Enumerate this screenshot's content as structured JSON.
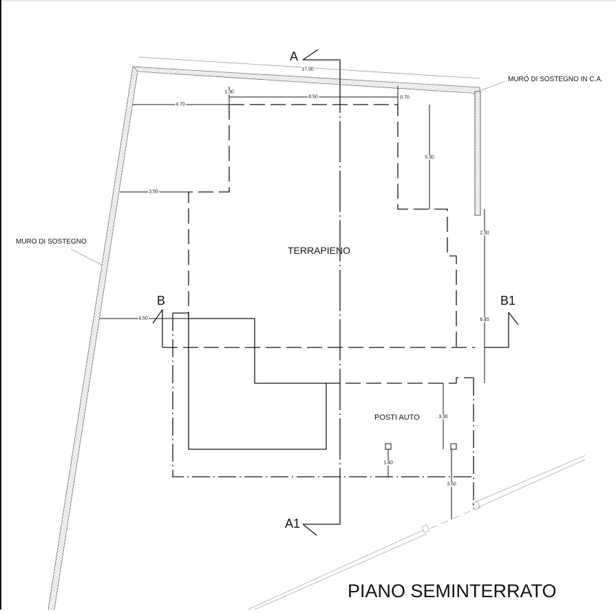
{
  "drawing": {
    "title": "PIANO SEMINTERRATO",
    "type": "floor-plan",
    "rooms": {
      "terrapieno": "TERRAPIENO",
      "posti_auto": "POSTI AUTO"
    },
    "notes": {
      "muro_sostegno_ca": "MURO DI SOSTEGNO IN C.A.",
      "muro_sostegno": "MURO DI SOSTEGNO"
    },
    "section_markers": {
      "a": "A",
      "a1": "A1",
      "b": "B",
      "b1": "B1"
    },
    "dimensions": {
      "top_overall": "17.00",
      "top_left": "4.70",
      "top_offset": "1.30",
      "top_middle": "8.50",
      "top_right": "0.70",
      "right_upper": "5.30",
      "left_upper": "3.50",
      "right_wall": "2.30",
      "left_mid": "4.50",
      "right_mid": "6.45",
      "parking_height": "3.30",
      "pillar_offset": "1.40",
      "bottom_right": "3.50"
    },
    "colors": {
      "line": "#111111",
      "hatch": "#9a9a9a",
      "leader": "#9a9a9a",
      "background": "#ffffff"
    }
  }
}
